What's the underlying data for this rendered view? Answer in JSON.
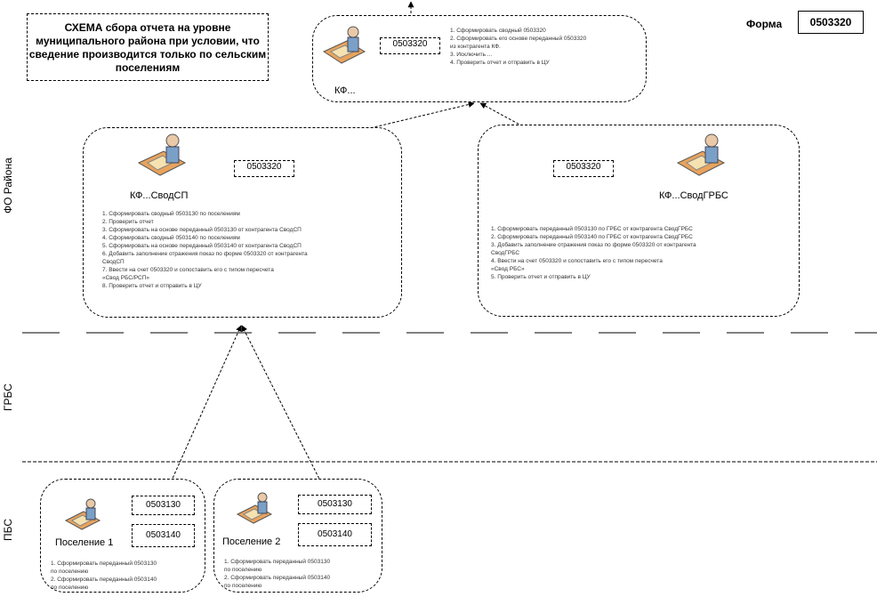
{
  "title": "СХЕМА сбора отчета на уровне муниципального района при условии, что сведение производится только по сельским поселениям",
  "forma": {
    "label": "Форма",
    "code": "0503320"
  },
  "rows": {
    "fo": "ФО Района",
    "grbs": "ГРБС",
    "pbs": "ПБС"
  },
  "top_node": {
    "code": "0503320",
    "name": "КФ...",
    "tasks": [
      "1. Сформировать сводный 0503320",
      "2. Сформировать его основе переданный 0503320",
      "из контрагента КФ.",
      "3. Исключить ...",
      "4. Проверить отчет и отправить в ЦУ"
    ]
  },
  "svod_sp": {
    "code": "0503320",
    "name": "КФ...СводСП",
    "tasks": [
      "1. Сформировать сводный 0503130 по поселениям",
      "2. Проверить отчет",
      "3. Сформировать на основе переданный 0503130 от контрагента СводСП",
      "4. Сформировать сводный 0503140 по поселениям",
      "5. Сформировать на основе переданный 0503140 от контрагента СводСП",
      "6. Добавить заполнение отражения показ по форме 0503320 от контрагента",
      "СводСП",
      "7. Ввести на счет 0503320 и сопоставить его с типом пересчета",
      "«Свод РБС/РСП»",
      "8. Проверить отчет и отправить в ЦУ"
    ]
  },
  "svod_grbs": {
    "code": "0503320",
    "name": "КФ...СводГРБС",
    "tasks": [
      "1. Сформировать переданный 0503130 по ГРБС от контрагента СводГРБС",
      "2. Сформировать переданный 0503140 по ГРБС от контрагента СводГРБС",
      "3. Добавить заполнение отражения показ по форме 0503320 от контрагента",
      "СводГРБС",
      "4. Ввести на счет 0503320 и сопоставить его с типом пересчета",
      "«Свод РБС»",
      "5. Проверить отчет и отправить в ЦУ"
    ]
  },
  "settlement1": {
    "name": "Поселение 1",
    "code1": "0503130",
    "code2": "0503140",
    "tasks": [
      "1. Сформировать переданный 0503130",
      "по поселению",
      "2. Сформировать переданный 0503140",
      "по поселению"
    ]
  },
  "settlement2": {
    "name": "Поселение 2",
    "code1": "0503130",
    "code2": "0503140",
    "tasks": [
      "1. Сформировать переданный 0503130",
      "по поселению",
      "2. Сформировать переданный 0503140",
      "по поселению"
    ]
  },
  "colors": {
    "line": "#000000",
    "icon_body": "#7aa0c8",
    "icon_desk": "#e8a35c"
  }
}
